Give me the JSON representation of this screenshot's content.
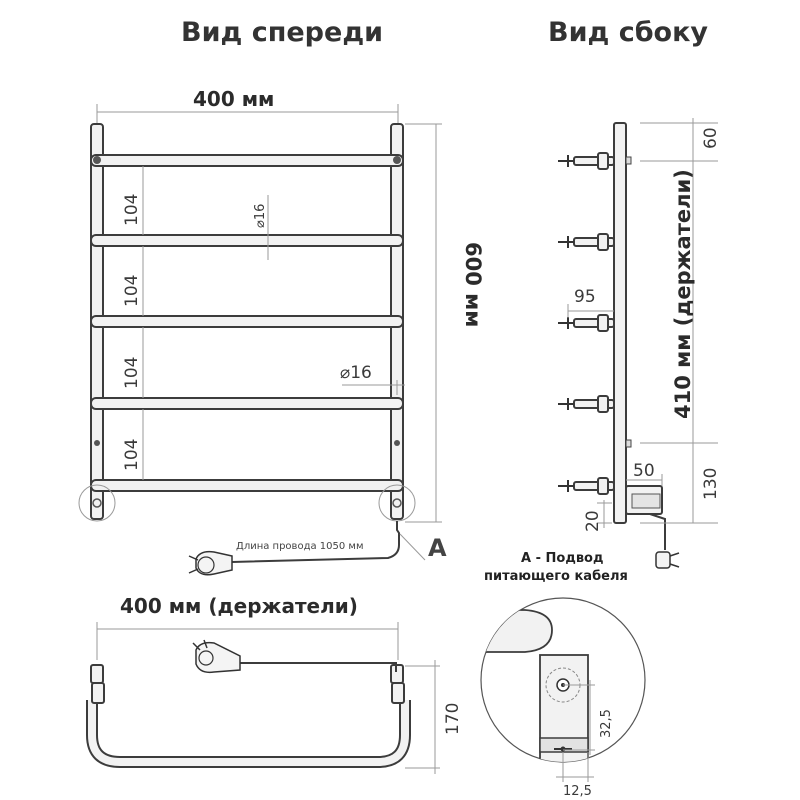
{
  "titles": {
    "front": "Вид спереди",
    "side": "Вид сбоку"
  },
  "front": {
    "width_label": "400 мм",
    "height_label": "600 мм",
    "spacings": [
      "104",
      "104",
      "104",
      "104"
    ],
    "diam_top": "⌀16",
    "diam_mid": "⌀16",
    "cable_note": "Длина провода 1050 мм",
    "callout": "A"
  },
  "side": {
    "dim_top": "60",
    "holders_label": "410 мм (держатели)",
    "depth": "95",
    "dim_50": "50",
    "dim_130": "130",
    "dim_20": "20"
  },
  "top_view": {
    "width_label": "400 мм (держатели)",
    "depth": "170"
  },
  "detail": {
    "title_line1": "А - Подвод",
    "title_line2": "питающего кабеля",
    "dim_32": "32,5",
    "dim_12": "12,5"
  }
}
